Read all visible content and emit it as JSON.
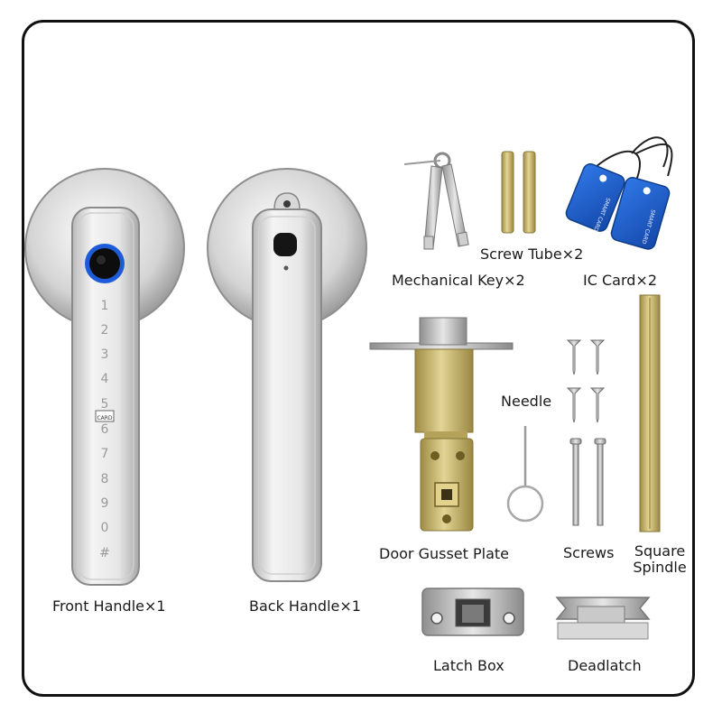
{
  "labels": {
    "front_handle": "Front Handle×1",
    "back_handle": "Back Handle×1",
    "mechanical_key": "Mechanical Key×2",
    "screw_tube": "Screw Tube×2",
    "ic_card": "IC Card×2",
    "needle": "Needle",
    "door_gusset_plate": "Door Gusset Plate",
    "screws": "Screws",
    "square_spindle_line1": "Square",
    "square_spindle_line2": "Spindle",
    "latch_box": "Latch Box",
    "deadlatch": "Deadlatch"
  },
  "keypad": {
    "digits": [
      "1",
      "2",
      "3",
      "4",
      "5",
      "6",
      "7",
      "8",
      "9",
      "0",
      "#"
    ],
    "card_badge": "CARD"
  },
  "ic_card_print": "SMART CARD",
  "colors": {
    "fingerprint_ring": "#1e5bd6",
    "ic_card_blue": "#1f5fd0",
    "brass": "#c9b46a",
    "chrome": "#c8c8c8",
    "frame_border": "#111111"
  }
}
